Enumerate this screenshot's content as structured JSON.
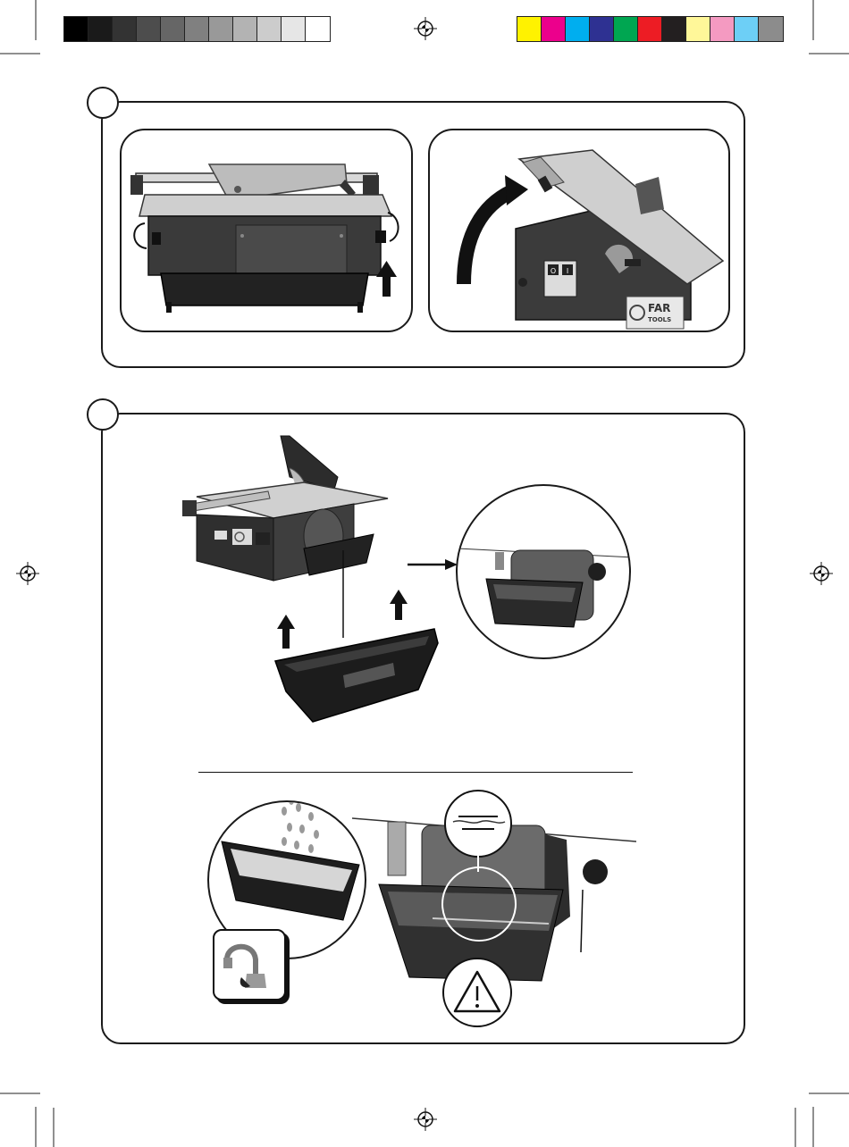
{
  "color_bar_grayscale": [
    "#000000",
    "#1a1a1a",
    "#333333",
    "#4d4d4d",
    "#666666",
    "#808080",
    "#999999",
    "#b3b3b3",
    "#cccccc",
    "#e6e6e6",
    "#ffffff"
  ],
  "color_bar_process": [
    "#fff200",
    "#ec008c",
    "#00aeef",
    "#2e3192",
    "#00a651",
    "#ed1c24",
    "#231f20",
    "#fff799",
    "#f49ac1",
    "#6dcff6",
    "#8c8c8c"
  ],
  "brand": {
    "logo_top": "FAR",
    "logo_bottom": "TOOLS"
  },
  "panel_switch": {
    "off_symbol": "O",
    "on_symbol": "I"
  },
  "icons": {
    "registration": "registration-mark-icon",
    "arrow": "arrow-up-icon",
    "curved_arrow": "curved-arrow-icon",
    "tap": "water-tap-icon",
    "warning": "warning-triangle-icon",
    "water_level": "water-level-icon"
  }
}
